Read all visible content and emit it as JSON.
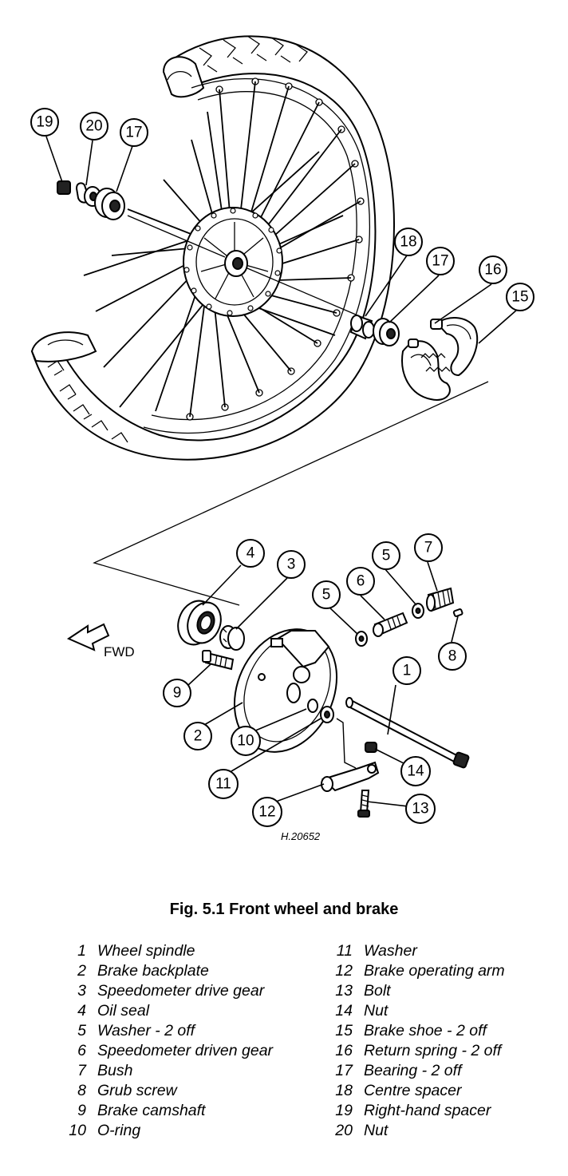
{
  "figure": {
    "caption": "Fig. 5.1 Front wheel and brake",
    "drawing_ref": "H.20652",
    "direction_label": "FWD"
  },
  "callouts": [
    "1",
    "2",
    "3",
    "4",
    "5",
    "5",
    "6",
    "7",
    "8",
    "9",
    "10",
    "11",
    "12",
    "13",
    "14",
    "15",
    "16",
    "17",
    "17",
    "18",
    "19",
    "20"
  ],
  "legend": {
    "left": [
      {
        "num": "1",
        "label": "Wheel spindle"
      },
      {
        "num": "2",
        "label": "Brake backplate"
      },
      {
        "num": "3",
        "label": "Speedometer drive gear"
      },
      {
        "num": "4",
        "label": "Oil seal"
      },
      {
        "num": "5",
        "label": "Washer - 2 off"
      },
      {
        "num": "6",
        "label": "Speedometer driven gear"
      },
      {
        "num": "7",
        "label": "Bush"
      },
      {
        "num": "8",
        "label": "Grub screw"
      },
      {
        "num": "9",
        "label": "Brake camshaft"
      },
      {
        "num": "10",
        "label": "O-ring"
      }
    ],
    "right": [
      {
        "num": "11",
        "label": "Washer"
      },
      {
        "num": "12",
        "label": "Brake operating arm"
      },
      {
        "num": "13",
        "label": "Bolt"
      },
      {
        "num": "14",
        "label": "Nut"
      },
      {
        "num": "15",
        "label": "Brake shoe - 2 off"
      },
      {
        "num": "16",
        "label": "Return spring - 2 off"
      },
      {
        "num": "17",
        "label": "Bearing - 2 off"
      },
      {
        "num": "18",
        "label": "Centre spacer"
      },
      {
        "num": "19",
        "label": "Right-hand spacer"
      },
      {
        "num": "20",
        "label": "Nut"
      }
    ]
  }
}
